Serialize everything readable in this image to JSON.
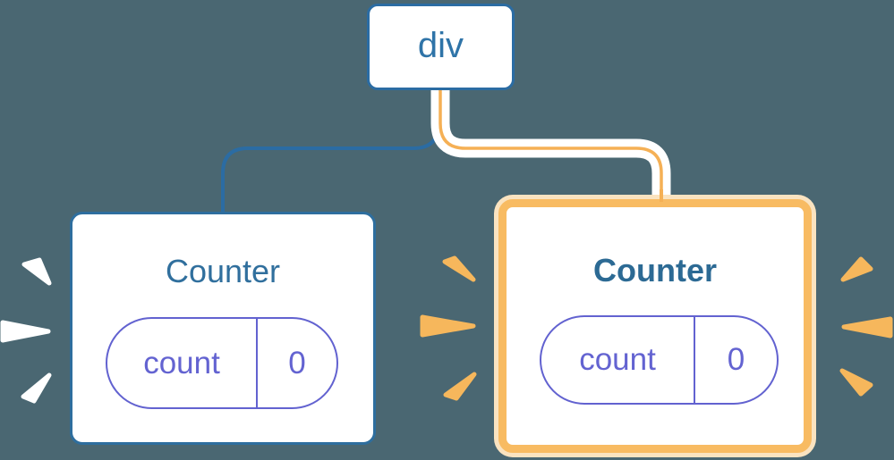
{
  "diagram": {
    "root_node": {
      "label": "div"
    },
    "components": [
      {
        "title": "Counter",
        "state_label": "count",
        "state_value": "0",
        "highlighted": false
      },
      {
        "title": "Counter",
        "state_label": "count",
        "state_value": "0",
        "highlighted": true
      }
    ]
  },
  "colors": {
    "background": "#4A6772",
    "node_blue": "#2B6CA3",
    "title_blue": "#306F9D",
    "state_purple": "#6262D0",
    "highlight_orange": "#F8BB62",
    "highlight_orange_light": "#FAE3C0",
    "connector_orange": "#F5B055",
    "spark_orange": "#F6B75C",
    "spark_white": "#FFFFFF"
  }
}
